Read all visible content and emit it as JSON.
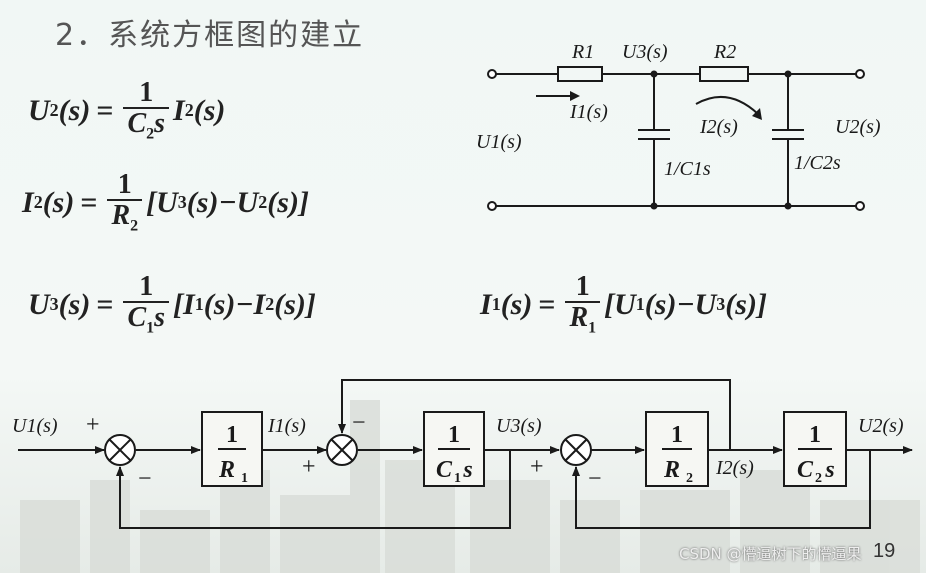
{
  "title": "2．系统方框图的建立",
  "equations": {
    "eq1": {
      "lhs": "U",
      "lhs_sub": "2",
      "lhs_tail": "(s)",
      "eq": "=",
      "num": "1",
      "den": "C",
      "den_sub": "2",
      "den_tail": "s",
      "rhs": "I",
      "rhs_sub": "2",
      "rhs_tail": "(s)"
    },
    "eq2": {
      "lhs": "I",
      "lhs_sub": "2",
      "lhs_tail": "(s)",
      "eq": "=",
      "num": "1",
      "den": "R",
      "den_sub": "2",
      "rhs": "[U",
      "rhs_sub": "3",
      "rhs_mid": "(s)−U",
      "rhs_sub2": "2",
      "rhs_tail": "(s)]"
    },
    "eq3": {
      "lhs": "U",
      "lhs_sub": "3",
      "lhs_tail": "(s)",
      "eq": "=",
      "num": "1",
      "den": "C",
      "den_sub": "1",
      "den_tail": "s",
      "rhs": "[I",
      "rhs_sub": "1",
      "rhs_mid": "(s)−I",
      "rhs_sub2": "2",
      "rhs_tail": "(s)]"
    },
    "eq4": {
      "lhs": "I",
      "lhs_sub": "1",
      "lhs_tail": "(s)",
      "eq": "=",
      "num": "1",
      "den": "R",
      "den_sub": "1",
      "rhs": "[U",
      "rhs_sub": "1",
      "rhs_mid": "(s)−U",
      "rhs_sub2": "3",
      "rhs_tail": "(s)]"
    }
  },
  "circuit": {
    "r1": "R1",
    "r2": "R2",
    "u3": "U3(s)",
    "i1": "I1(s)",
    "i2": "I2(s)",
    "u1": "U1(s)",
    "u2": "U2(s)",
    "c1": "1/C1s",
    "c2": "1/C2s"
  },
  "block_diagram": {
    "input": "U1(s)",
    "i1": "I1(s)",
    "u3": "U3(s)",
    "i2": "I2(s)",
    "output": "U2(s)",
    "blocks": [
      {
        "num": "1",
        "den": "R",
        "sub": "1"
      },
      {
        "num": "1",
        "den": "C",
        "sub": "1",
        "tail": "s"
      },
      {
        "num": "1",
        "den": "R",
        "sub": "2"
      },
      {
        "num": "1",
        "den": "C",
        "sub": "2",
        "tail": "s"
      }
    ],
    "signs": {
      "plus": "+",
      "minus": "−"
    }
  },
  "watermark": "CSDN @懵逼树下的懵逼果",
  "page_number": "19",
  "colors": {
    "line": "#1a1a1a",
    "background": "#f4f8f6"
  }
}
